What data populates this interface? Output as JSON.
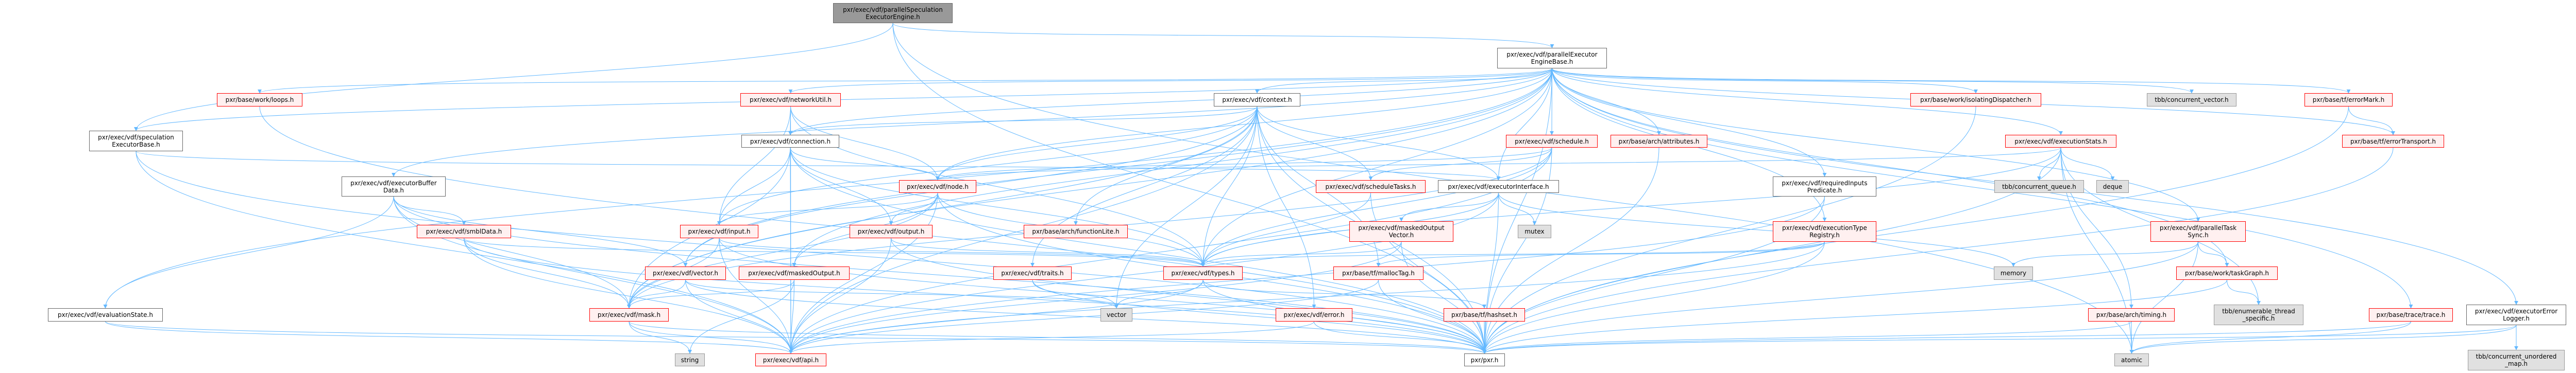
{
  "nodes": [
    {
      "id": "psee",
      "label": "pxr/exec/vdf/parallelSpeculation\nExecutorEngine.h",
      "kind": "main"
    },
    {
      "id": "peeb",
      "label": "pxr/exec/vdf/parallelExecutor\nEngineBase.h",
      "kind": "plain"
    },
    {
      "id": "loops",
      "label": "pxr/base/work/loops.h",
      "kind": "red"
    },
    {
      "id": "specbase",
      "label": "pxr/exec/vdf/speculation\nExecutorBase.h",
      "kind": "plain"
    },
    {
      "id": "bufdata",
      "label": "pxr/exec/vdf/executorBuffer\nData.h",
      "kind": "plain"
    },
    {
      "id": "smbl",
      "label": "pxr/exec/vdf/smblData.h",
      "kind": "red"
    },
    {
      "id": "evalstate",
      "label": "pxr/exec/vdf/evaluationState.h",
      "kind": "plain"
    },
    {
      "id": "netutil",
      "label": "pxr/exec/vdf/networkUtil.h",
      "kind": "red"
    },
    {
      "id": "connection",
      "label": "pxr/exec/vdf/connection.h",
      "kind": "plain"
    },
    {
      "id": "node",
      "label": "pxr/exec/vdf/node.h",
      "kind": "red"
    },
    {
      "id": "input",
      "label": "pxr/exec/vdf/input.h",
      "kind": "red"
    },
    {
      "id": "output",
      "label": "pxr/exec/vdf/output.h",
      "kind": "red"
    },
    {
      "id": "vectorh",
      "label": "pxr/exec/vdf/vector.h",
      "kind": "red"
    },
    {
      "id": "maskedout",
      "label": "pxr/exec/vdf/maskedOutput.h",
      "kind": "red"
    },
    {
      "id": "mask",
      "label": "pxr/exec/vdf/mask.h",
      "kind": "red"
    },
    {
      "id": "string",
      "label": "string",
      "kind": "sys"
    },
    {
      "id": "api",
      "label": "pxr/exec/vdf/api.h",
      "kind": "red"
    },
    {
      "id": "traits",
      "label": "pxr/exec/vdf/traits.h",
      "kind": "red"
    },
    {
      "id": "funclite",
      "label": "pxr/base/arch/functionLite.h",
      "kind": "red"
    },
    {
      "id": "context",
      "label": "pxr/exec/vdf/context.h",
      "kind": "plain"
    },
    {
      "id": "schedtasks",
      "label": "pxr/exec/vdf/scheduleTasks.h",
      "kind": "red"
    },
    {
      "id": "execiface",
      "label": "pxr/exec/vdf/executorInterface.h",
      "kind": "plain"
    },
    {
      "id": "movector",
      "label": "pxr/exec/vdf/maskedOutput\nVector.h",
      "kind": "red"
    },
    {
      "id": "mutex",
      "label": "mutex",
      "kind": "sys"
    },
    {
      "id": "types",
      "label": "pxr/exec/vdf/types.h",
      "kind": "red"
    },
    {
      "id": "malloctag",
      "label": "pxr/base/tf/mallocTag.h",
      "kind": "red"
    },
    {
      "id": "vector",
      "label": "vector",
      "kind": "sys"
    },
    {
      "id": "error",
      "label": "pxr/exec/vdf/error.h",
      "kind": "red"
    },
    {
      "id": "hashset",
      "label": "pxr/base/tf/hashset.h",
      "kind": "red"
    },
    {
      "id": "pxr",
      "label": "pxr/pxr.h",
      "kind": "plain"
    },
    {
      "id": "schedule",
      "label": "pxr/exec/vdf/schedule.h",
      "kind": "red"
    },
    {
      "id": "attributes",
      "label": "pxr/base/arch/attributes.h",
      "kind": "red"
    },
    {
      "id": "isodisp",
      "label": "pxr/base/work/isolatingDispatcher.h",
      "kind": "red"
    },
    {
      "id": "execstats",
      "label": "pxr/exec/vdf/executionStats.h",
      "kind": "red"
    },
    {
      "id": "reqinputs",
      "label": "pxr/exec/vdf/requiredInputs\nPredicate.h",
      "kind": "plain"
    },
    {
      "id": "typereg",
      "label": "pxr/exec/vdf/executionType\nRegistry.h",
      "kind": "red"
    },
    {
      "id": "cqueue",
      "label": "tbb/concurrent_queue.h",
      "kind": "sys"
    },
    {
      "id": "memory",
      "label": "memory",
      "kind": "sys"
    },
    {
      "id": "cvector",
      "label": "tbb/concurrent_vector.h",
      "kind": "sys"
    },
    {
      "id": "errormark",
      "label": "pxr/base/tf/errorMark.h",
      "kind": "red"
    },
    {
      "id": "errortransport",
      "label": "pxr/base/tf/errorTransport.h",
      "kind": "red"
    },
    {
      "id": "deque",
      "label": "deque",
      "kind": "sys"
    },
    {
      "id": "ptasksync",
      "label": "pxr/exec/vdf/parallelTask\nSync.h",
      "kind": "red"
    },
    {
      "id": "taskgraph",
      "label": "pxr/base/work/taskGraph.h",
      "kind": "red"
    },
    {
      "id": "timing",
      "label": "pxr/base/arch/timing.h",
      "kind": "red"
    },
    {
      "id": "ets",
      "label": "tbb/enumerable_thread\n_specific.h",
      "kind": "sys"
    },
    {
      "id": "trace",
      "label": "pxr/base/trace/trace.h",
      "kind": "red"
    },
    {
      "id": "errlogger",
      "label": "pxr/exec/vdf/executorError\nLogger.h",
      "kind": "plain"
    },
    {
      "id": "atomic",
      "label": "atomic",
      "kind": "sys"
    },
    {
      "id": "cumap",
      "label": "tbb/concurrent_unordered\n_map.h",
      "kind": "sys"
    }
  ],
  "edges": [
    [
      "psee",
      "peeb"
    ],
    [
      "psee",
      "specbase"
    ],
    [
      "psee",
      "atomic"
    ],
    [
      "psee",
      "pxr"
    ],
    [
      "peeb",
      "context"
    ],
    [
      "peeb",
      "netutil"
    ],
    [
      "peeb",
      "connection"
    ],
    [
      "peeb",
      "node"
    ],
    [
      "peeb",
      "bufdata"
    ],
    [
      "peeb",
      "evalstate"
    ],
    [
      "peeb",
      "schedule"
    ],
    [
      "peeb",
      "execiface"
    ],
    [
      "peeb",
      "attributes"
    ],
    [
      "peeb",
      "reqinputs"
    ],
    [
      "peeb",
      "typereg"
    ],
    [
      "peeb",
      "isodisp"
    ],
    [
      "peeb",
      "execstats"
    ],
    [
      "peeb",
      "cvector"
    ],
    [
      "peeb",
      "errormark"
    ],
    [
      "peeb",
      "errortransport"
    ],
    [
      "peeb",
      "ptasksync"
    ],
    [
      "peeb",
      "taskgraph"
    ],
    [
      "peeb",
      "trace"
    ],
    [
      "peeb",
      "errlogger"
    ],
    [
      "peeb",
      "loops"
    ],
    [
      "peeb",
      "pxr"
    ],
    [
      "peeb",
      "mask"
    ],
    [
      "peeb",
      "types"
    ],
    [
      "peeb",
      "vectorh"
    ],
    [
      "peeb",
      "maskedout"
    ],
    [
      "peeb",
      "specbase"
    ],
    [
      "specbase",
      "execiface"
    ],
    [
      "specbase",
      "pxr"
    ],
    [
      "specbase",
      "api"
    ],
    [
      "context",
      "connection"
    ],
    [
      "context",
      "node"
    ],
    [
      "context",
      "input"
    ],
    [
      "context",
      "funclite"
    ],
    [
      "context",
      "traits"
    ],
    [
      "context",
      "types"
    ],
    [
      "context",
      "malloctag"
    ],
    [
      "context",
      "error"
    ],
    [
      "context",
      "schedtasks"
    ],
    [
      "context",
      "execiface"
    ],
    [
      "context",
      "vector"
    ],
    [
      "context",
      "api"
    ],
    [
      "context",
      "pxr"
    ],
    [
      "context",
      "vectorh"
    ],
    [
      "context",
      "mask"
    ],
    [
      "netutil",
      "connection"
    ],
    [
      "netutil",
      "node"
    ],
    [
      "netutil",
      "input"
    ],
    [
      "netutil",
      "types"
    ],
    [
      "netutil",
      "api"
    ],
    [
      "connection",
      "node"
    ],
    [
      "connection",
      "input"
    ],
    [
      "connection",
      "output"
    ],
    [
      "connection",
      "mask"
    ],
    [
      "connection",
      "api"
    ],
    [
      "connection",
      "pxr"
    ],
    [
      "connection",
      "types"
    ],
    [
      "node",
      "input"
    ],
    [
      "node",
      "output"
    ],
    [
      "node",
      "maskedout"
    ],
    [
      "node",
      "types"
    ],
    [
      "node",
      "api"
    ],
    [
      "node",
      "pxr"
    ],
    [
      "node",
      "mask"
    ],
    [
      "input",
      "mask"
    ],
    [
      "input",
      "api"
    ],
    [
      "input",
      "pxr"
    ],
    [
      "input",
      "types"
    ],
    [
      "output",
      "api"
    ],
    [
      "output",
      "pxr"
    ],
    [
      "output",
      "types"
    ],
    [
      "vectorh",
      "mask"
    ],
    [
      "vectorh",
      "api"
    ],
    [
      "vectorh",
      "pxr"
    ],
    [
      "vectorh",
      "vector"
    ],
    [
      "maskedout",
      "mask"
    ],
    [
      "maskedout",
      "api"
    ],
    [
      "maskedout",
      "string"
    ],
    [
      "mask",
      "string"
    ],
    [
      "mask",
      "api"
    ],
    [
      "mask",
      "pxr"
    ],
    [
      "traits",
      "vector"
    ],
    [
      "traits",
      "pxr"
    ],
    [
      "types",
      "vector"
    ],
    [
      "types",
      "hashset"
    ],
    [
      "types",
      "pxr"
    ],
    [
      "types",
      "api"
    ],
    [
      "malloctag",
      "pxr"
    ],
    [
      "malloctag",
      "api"
    ],
    [
      "error",
      "pxr"
    ],
    [
      "error",
      "api"
    ],
    [
      "hashset",
      "pxr"
    ],
    [
      "schedtasks",
      "types"
    ],
    [
      "schedtasks",
      "pxr"
    ],
    [
      "execiface",
      "movector"
    ],
    [
      "execiface",
      "mutex"
    ],
    [
      "execiface",
      "types"
    ],
    [
      "execiface",
      "pxr"
    ],
    [
      "execiface",
      "memory"
    ],
    [
      "execiface",
      "api"
    ],
    [
      "movector",
      "types"
    ],
    [
      "movector",
      "pxr"
    ],
    [
      "movector",
      "api"
    ],
    [
      "bufdata",
      "smbl"
    ],
    [
      "bufdata",
      "mask"
    ],
    [
      "bufdata",
      "vectorh"
    ],
    [
      "bufdata",
      "api"
    ],
    [
      "bufdata",
      "pxr"
    ],
    [
      "bufdata",
      "evalstate"
    ],
    [
      "smbl",
      "mask"
    ],
    [
      "smbl",
      "types"
    ],
    [
      "smbl",
      "api"
    ],
    [
      "smbl",
      "pxr"
    ],
    [
      "schedule",
      "node"
    ],
    [
      "schedule",
      "schedtasks"
    ],
    [
      "schedule",
      "types"
    ],
    [
      "schedule",
      "mask"
    ],
    [
      "schedule",
      "pxr"
    ],
    [
      "schedule",
      "api"
    ],
    [
      "attributes",
      "pxr"
    ],
    [
      "reqinputs",
      "pxr"
    ],
    [
      "reqinputs",
      "api"
    ],
    [
      "typereg",
      "types"
    ],
    [
      "typereg",
      "malloctag"
    ],
    [
      "typereg",
      "api"
    ],
    [
      "typereg",
      "pxr"
    ],
    [
      "isodisp",
      "pxr"
    ],
    [
      "execstats",
      "node"
    ],
    [
      "execstats",
      "cqueue"
    ],
    [
      "execstats",
      "deque"
    ],
    [
      "execstats",
      "types"
    ],
    [
      "execstats",
      "timing"
    ],
    [
      "execstats",
      "ets"
    ],
    [
      "execstats",
      "pxr"
    ],
    [
      "execstats",
      "atomic"
    ],
    [
      "errormark",
      "errortransport"
    ],
    [
      "errormark",
      "pxr"
    ],
    [
      "errortransport",
      "pxr"
    ],
    [
      "ptasksync",
      "taskgraph"
    ],
    [
      "ptasksync",
      "atomic"
    ],
    [
      "ptasksync",
      "pxr"
    ],
    [
      "ptasksync",
      "memory"
    ],
    [
      "taskgraph",
      "ets"
    ],
    [
      "taskgraph",
      "pxr"
    ],
    [
      "timing",
      "atomic"
    ],
    [
      "timing",
      "pxr"
    ],
    [
      "trace",
      "pxr"
    ],
    [
      "trace",
      "atomic"
    ],
    [
      "errlogger",
      "cumap"
    ],
    [
      "errlogger",
      "pxr"
    ],
    [
      "errlogger",
      "atomic"
    ],
    [
      "evalstate",
      "api"
    ],
    [
      "evalstate",
      "pxr"
    ],
    [
      "loops",
      "pxr"
    ]
  ],
  "colors": {
    "edge": "#63b8ff",
    "red_border": "#ff0000",
    "red_fill": "#fff0f0",
    "sys_fill": "#e0e0e0",
    "main_fill": "#999999"
  }
}
